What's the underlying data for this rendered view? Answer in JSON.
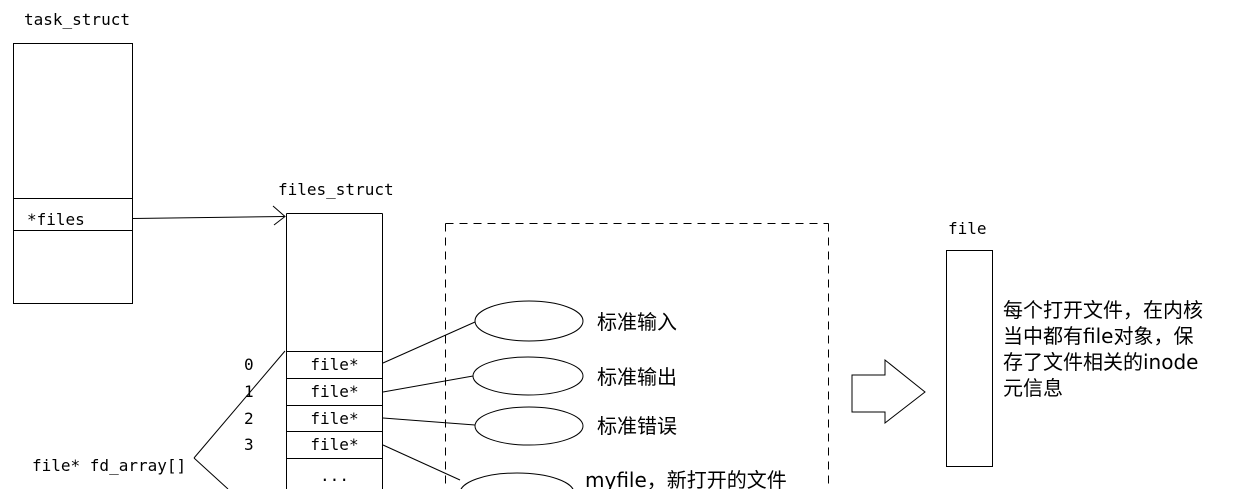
{
  "colors": {
    "stroke": "#000000",
    "background": "#ffffff"
  },
  "task_struct": {
    "title": "task_struct",
    "files_field": "*files"
  },
  "files_struct": {
    "title": "files_struct",
    "fd_indices": [
      "0",
      "1",
      "2",
      "3"
    ],
    "fd_cells": [
      "file*",
      "file*",
      "file*",
      "file*"
    ],
    "more_cell": "...",
    "array_label": "file* fd_array[]"
  },
  "open_files": {
    "labels": [
      "标准输入",
      "标准输出",
      "标准错误",
      "myfile，新打开的文件"
    ]
  },
  "file_object": {
    "title": "file",
    "note_lines": [
      "每个打开文件，在内核",
      "当中都有file对象，保",
      "存了文件相关的inode",
      "元信息"
    ]
  }
}
